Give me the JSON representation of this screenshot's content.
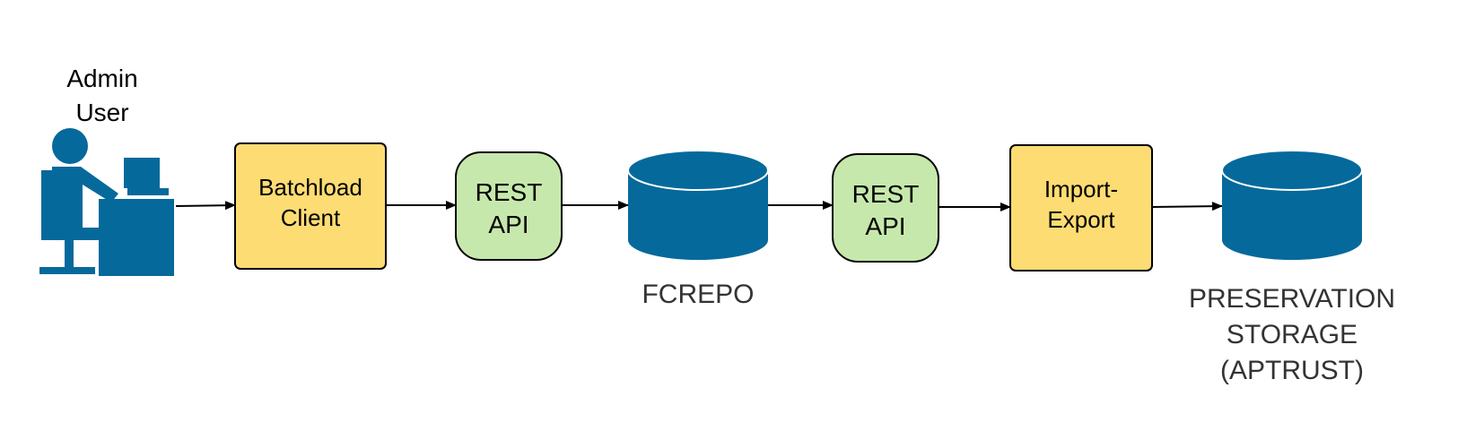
{
  "colors": {
    "client_fill": "#FDDC73",
    "api_fill": "#C7E8AC",
    "db_fill": "#06699B",
    "stroke": "#000000",
    "caption": "#333333"
  },
  "admin": {
    "line1": "Admin",
    "line2": "User",
    "icon": "admin-user-at-computer-icon"
  },
  "batchload": {
    "line1": "Batchload",
    "line2": "Client"
  },
  "rest_api_1": {
    "line1": "REST",
    "line2": "API"
  },
  "fcrepo": {
    "label": "FCREPO",
    "icon": "database-cylinder-icon"
  },
  "rest_api_2": {
    "line1": "REST",
    "line2": "API"
  },
  "import_export": {
    "line1": "Import-",
    "line2": "Export"
  },
  "preservation": {
    "line1": "PRESERVATION",
    "line2": "STORAGE",
    "line3": "(APTRUST)",
    "icon": "database-cylinder-icon"
  }
}
